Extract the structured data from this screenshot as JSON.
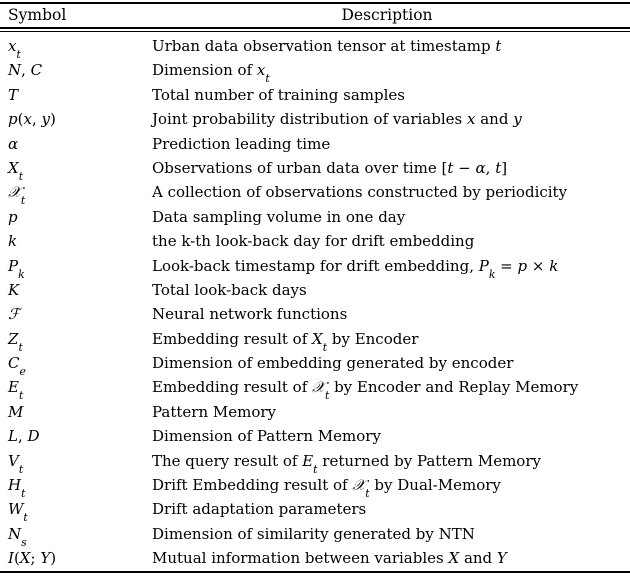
{
  "table": {
    "headers": {
      "symbol": "Symbol",
      "description": "Description"
    },
    "rows": [
      {
        "symbol_html": "<i>x</i><sub>t</sub>",
        "description_html": "Urban data observation tensor at timestamp <i>t</i>",
        "symbol_text": "x_t",
        "description_text": "Urban data observation tensor at timestamp t"
      },
      {
        "symbol_html": "<i>N</i>, <i>C</i>",
        "description_html": "Dimension of <i>x</i><sub>t</sub>",
        "symbol_text": "N, C",
        "description_text": "Dimension of x_t"
      },
      {
        "symbol_html": "<i>T</i>",
        "description_html": "Total number of training samples",
        "symbol_text": "T",
        "description_text": "Total number of training samples"
      },
      {
        "symbol_html": "<i>p</i>(<i>x</i>, <i>y</i>)",
        "description_html": "Joint probability distribution of variables <i>x</i> and <i>y</i>",
        "symbol_text": "p(x, y)",
        "description_text": "Joint probability distribution of variables x and y"
      },
      {
        "symbol_html": "<i>&#945;</i>",
        "description_html": "Prediction leading time",
        "symbol_text": "α",
        "description_text": "Prediction leading time"
      },
      {
        "symbol_html": "<i>X</i><sub>t</sub>",
        "description_html": "Observations of urban data over time [<i>t</i> &#8722; <i>&#945;</i>, <i>t</i>]",
        "symbol_text": "X_t",
        "description_text": "Observations of urban data over time [t − α, t]"
      },
      {
        "symbol_html": "<span class=\"cal\">&#119987;</span><sub>t</sub>",
        "description_html": "A collection of observations constructed by periodicity",
        "symbol_text": "𝒳_t",
        "description_text": "A collection of observations constructed by periodicity"
      },
      {
        "symbol_html": "<i>p</i>",
        "description_html": "Data sampling volume in one day",
        "symbol_text": "p",
        "description_text": "Data sampling volume in one day"
      },
      {
        "symbol_html": "<i>k</i>",
        "description_html": "the k-th look-back day for drift embedding",
        "symbol_text": "k",
        "description_text": "the k-th look-back day for drift embedding"
      },
      {
        "symbol_html": "<i>P</i><sub>k</sub>",
        "description_html": "Look-back timestamp for drift embedding, <i>P</i><sub>k</sub> = <i>p</i> &#215; <i>k</i>",
        "symbol_text": "P_k",
        "description_text": "Look-back timestamp for drift embedding, P_k = p × k"
      },
      {
        "symbol_html": "<i>K</i>",
        "description_html": "Total look-back days",
        "symbol_text": "K",
        "description_text": "Total look-back days"
      },
      {
        "symbol_html": "<span class=\"cal\">&#8497;</span>",
        "description_html": "Neural network functions",
        "symbol_text": "ℱ",
        "description_text": "Neural network functions"
      },
      {
        "symbol_html": "<i>Z</i><sub>t</sub>",
        "description_html": "Embedding result of <i>X</i><sub>t</sub> by Encoder",
        "symbol_text": "Z_t",
        "description_text": "Embedding result of X_t by Encoder"
      },
      {
        "symbol_html": "<i>C</i><sub>e</sub>",
        "description_html": "Dimension of embedding generated by encoder",
        "symbol_text": "C_e",
        "description_text": "Dimension of embedding generated by encoder"
      },
      {
        "symbol_html": "<i>E</i><sub>t</sub>",
        "description_html": "Embedding result of <span class=\"cal\">&#119987;</span><sub>t</sub> by Encoder and Replay Memory",
        "symbol_text": "E_t",
        "description_text": "Embedding result of 𝒳_t by Encoder and Replay Memory"
      },
      {
        "symbol_html": "<i>M</i>",
        "description_html": "Pattern Memory",
        "symbol_text": "M",
        "description_text": "Pattern Memory"
      },
      {
        "symbol_html": "<i>L</i>, <i>D</i>",
        "description_html": "Dimension of Pattern Memory",
        "symbol_text": "L, D",
        "description_text": "Dimension of Pattern Memory"
      },
      {
        "symbol_html": "<i>V</i><sub>t</sub>",
        "description_html": "The query result of <i>E</i><sub>t</sub> returned by Pattern Memory",
        "symbol_text": "V_t",
        "description_text": "The query result of E_t returned by Pattern Memory"
      },
      {
        "symbol_html": "<i>H</i><sub>t</sub>",
        "description_html": "Drift Embedding result of <span class=\"cal\">&#119987;</span><sub>t</sub> by Dual-Memory",
        "symbol_text": "H_t",
        "description_text": "Drift Embedding result of 𝒳_t by Dual-Memory"
      },
      {
        "symbol_html": "<i>W</i><sub>t</sub>",
        "description_html": "Drift adaptation parameters",
        "symbol_text": "W_t",
        "description_text": "Drift adaptation parameters"
      },
      {
        "symbol_html": "<i>N</i><sub>s</sub>",
        "description_html": "Dimension of similarity generated by NTN",
        "symbol_text": "N_s",
        "description_text": "Dimension of similarity generated by NTN"
      },
      {
        "symbol_html": "<i>I</i>(<i>X</i>; <i>Y</i>)",
        "description_html": "Mutual information between variables <i>X</i> and <i>Y</i>",
        "symbol_text": "I(X; Y)",
        "description_text": "Mutual information between variables X and Y"
      }
    ]
  }
}
